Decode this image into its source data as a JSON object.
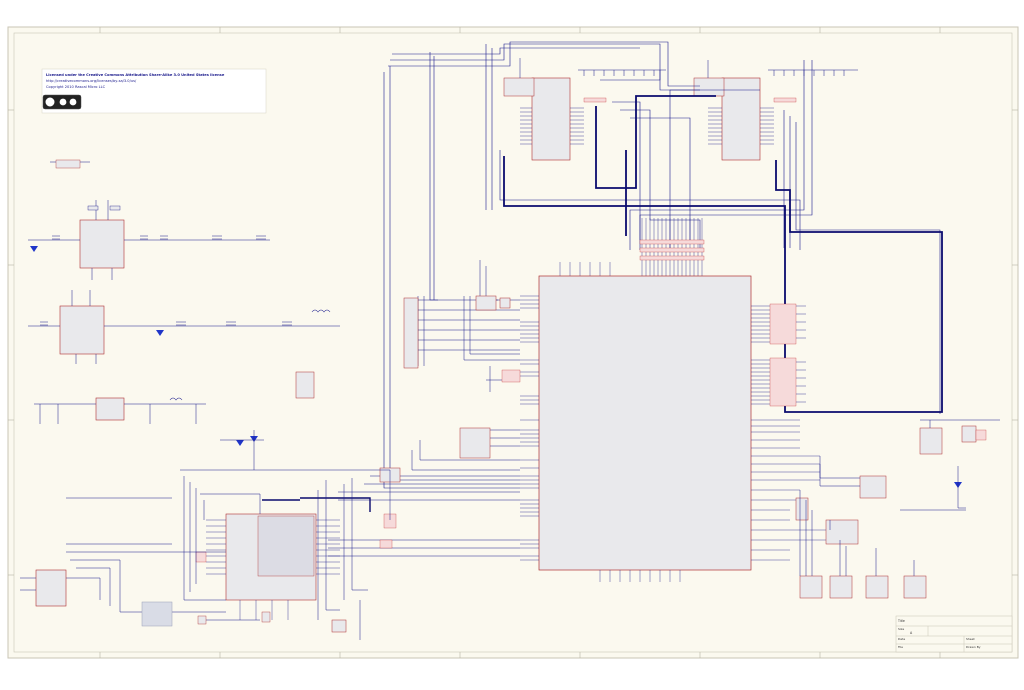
{
  "license": {
    "line1": "Licensed under the Creative Commons Attribution Share-Alike 3.0 United States license",
    "line2": "http://creativecommons.org/licenses/by-sa/3.0/us/",
    "line3": "Copyright 2010 Rascal Micro LLC"
  },
  "title_block": {
    "title": "Title",
    "size_label": "Size",
    "size_value": "A",
    "date_label": "Date",
    "file_label": "File",
    "sheet_label": "Sheet",
    "drawn_label": "Drawn By"
  },
  "colors": {
    "paper": "#fbf9ef",
    "wire": "#1a1a8c",
    "bus": "#0b0b6e",
    "part_fill": "#e9e9ec",
    "part_border": "#b03030",
    "label_red": "#c02020",
    "diode": "#1f35c8"
  }
}
